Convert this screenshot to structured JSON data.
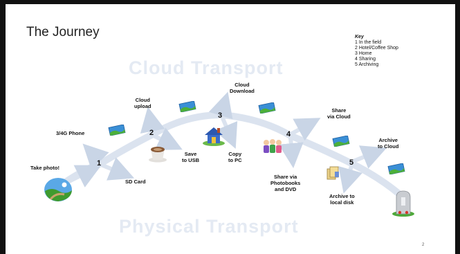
{
  "slide": {
    "title": "The Journey",
    "page_number": "2"
  },
  "watermarks": {
    "top": "Cloud Transport",
    "bottom": "Physical Transport"
  },
  "key": {
    "title": "Key",
    "items": [
      "1 In the field",
      "2 Hotel/Coffee Shop",
      "3 Home",
      "4 Sharing",
      "5 Archiving"
    ]
  },
  "nodes": [
    "1",
    "2",
    "3",
    "4",
    "5"
  ],
  "labels": {
    "take_photo": "Take photo!",
    "phone": "3/4G Phone",
    "sd_card": "SD Card",
    "cloud_upload": [
      "Cloud",
      "upload"
    ],
    "save_usb": [
      "Save",
      "to USB"
    ],
    "cloud_download": [
      "Cloud",
      "Download"
    ],
    "copy_pc": [
      "Copy",
      "to PC"
    ],
    "share_cloud": [
      "Share",
      "via Cloud"
    ],
    "share_photobooks": [
      "Share via",
      "Photobooks",
      "and DVD"
    ],
    "archive_cloud": [
      "Archive",
      "to Cloud"
    ],
    "archive_local": [
      "Archive to",
      "local disk"
    ]
  },
  "icons": [
    "landscape-photo-icon",
    "coffee-cup-icon",
    "house-icon",
    "people-icon",
    "files-icon",
    "tombstone-icon",
    "cloud-photo-icon"
  ]
}
